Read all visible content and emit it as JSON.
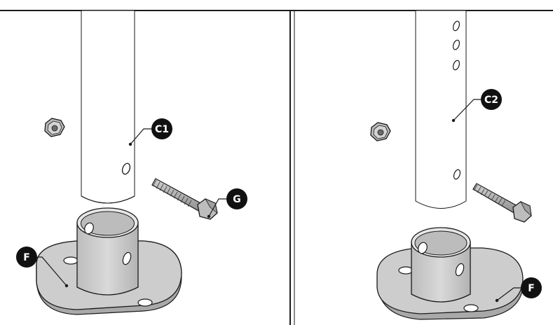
{
  "callouts": {
    "c1": "C1",
    "c2": "C2",
    "g": "G",
    "f_left": "F",
    "f_right": "F"
  },
  "colors": {
    "stroke": "#1a1a1a",
    "metal_light": "#eeeeee",
    "metal_mid": "#c9c9c9",
    "metal_dark": "#a8a8a8",
    "bolt": "#b0b0b0",
    "callout_fill": "#111111"
  }
}
